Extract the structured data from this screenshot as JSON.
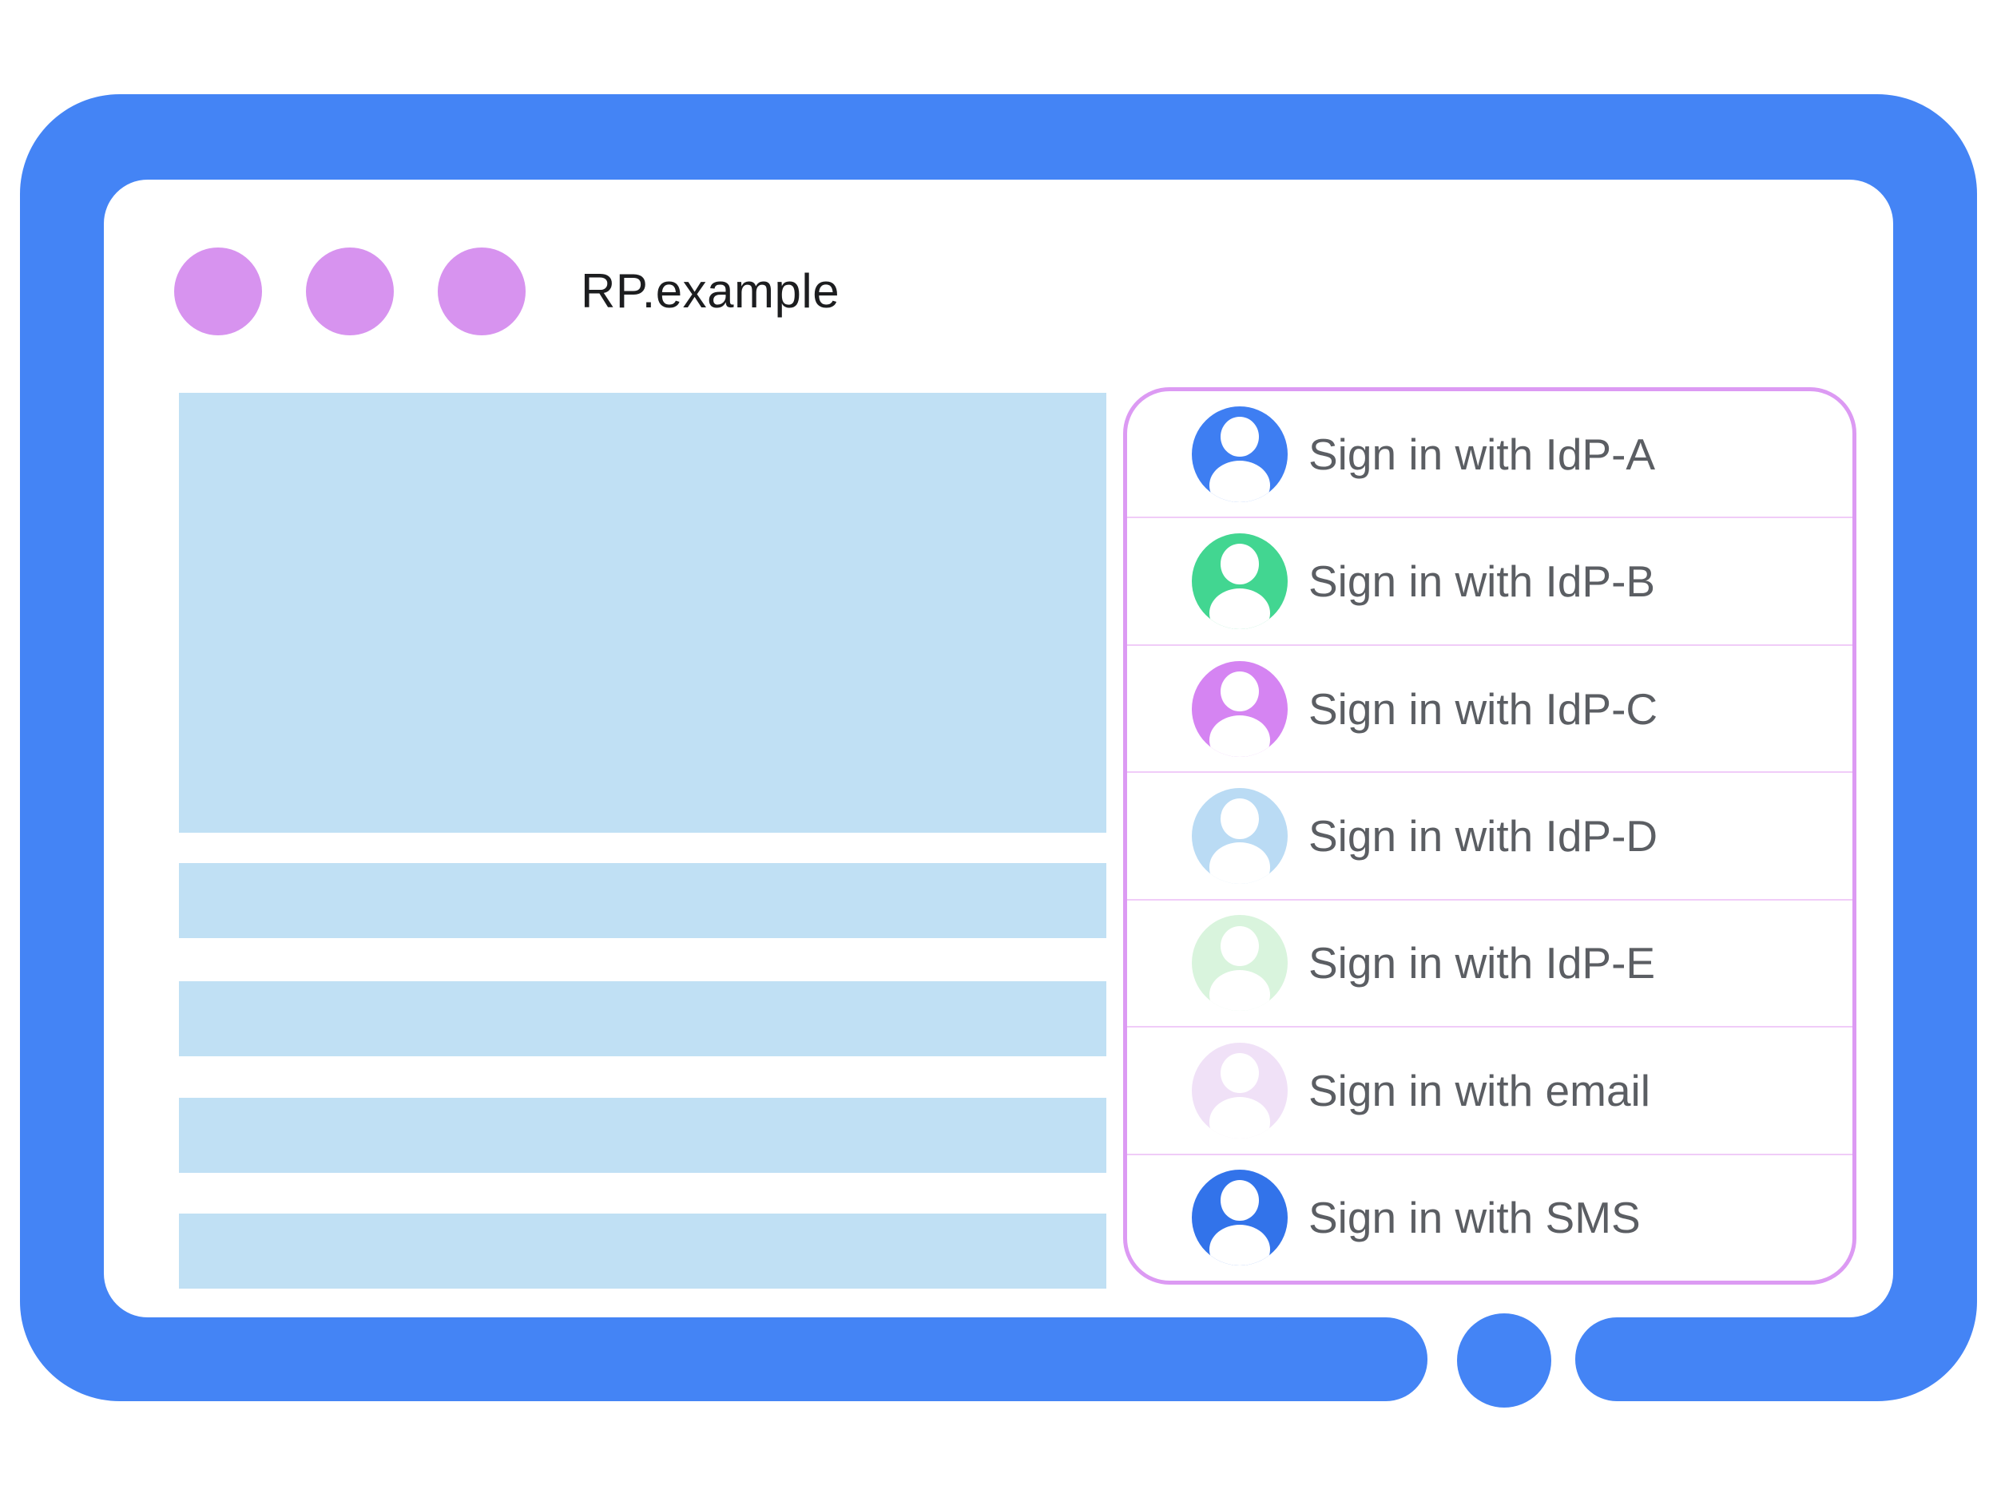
{
  "window": {
    "title": "RP.example",
    "controls_count": 3
  },
  "page_placeholders": {
    "hero_block": "content-placeholder",
    "text_bars": 4
  },
  "signin_panel": {
    "options": [
      {
        "label": "Sign in with IdP-A",
        "avatar_icon": "person-icon",
        "avatar_color": "#3e7ef2"
      },
      {
        "label": "Sign in with IdP-B",
        "avatar_icon": "person-icon",
        "avatar_color": "#42d691"
      },
      {
        "label": "Sign in with IdP-C",
        "avatar_icon": "person-icon",
        "avatar_color": "#d584f2"
      },
      {
        "label": "Sign in with IdP-D",
        "avatar_icon": "person-icon",
        "avatar_color": "#badbf4"
      },
      {
        "label": "Sign in with IdP-E",
        "avatar_icon": "person-icon",
        "avatar_color": "#d9f4dd"
      },
      {
        "label": "Sign in with email",
        "avatar_icon": "person-icon",
        "avatar_color": "#f0e1f7"
      },
      {
        "label": "Sign in with SMS",
        "avatar_icon": "person-icon",
        "avatar_color": "#3273ea"
      }
    ]
  },
  "colors": {
    "frame_blue": "#4484f5",
    "dot_purple": "#d793ef",
    "placeholder_blue": "#c0e0f4",
    "panel_border": "#dc9af3",
    "panel_divider": "#f0ccf8",
    "label_gray": "#5b5e63",
    "title_black": "#1c1d1f"
  }
}
